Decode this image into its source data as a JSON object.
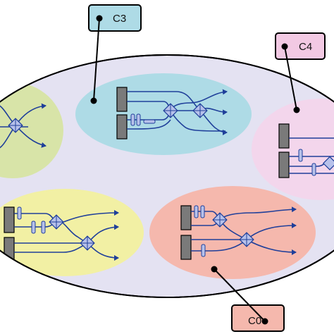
{
  "callouts": {
    "c3": {
      "label": "C3",
      "color": "#aedbe6"
    },
    "c4": {
      "label": "C4",
      "color": "#f2c9e3"
    },
    "c0": {
      "label": "C0",
      "color": "#f5b8ad"
    }
  },
  "clusters": {
    "background": "#e4e2f2",
    "green": "#d8e4a8",
    "blue": "#aedbe6",
    "pink": "#f3d6ec",
    "yellow": "#f2f0a4",
    "salmon": "#f5b8ad"
  },
  "colors": {
    "waveguide": "#1f3f9a",
    "source_block": "#7a7a7a",
    "splitter_fill": "#b7c1ea"
  },
  "icons": [
    "source-block-icon",
    "phase-shifter-icon",
    "beam-splitter-icon",
    "output-arrow-icon"
  ]
}
